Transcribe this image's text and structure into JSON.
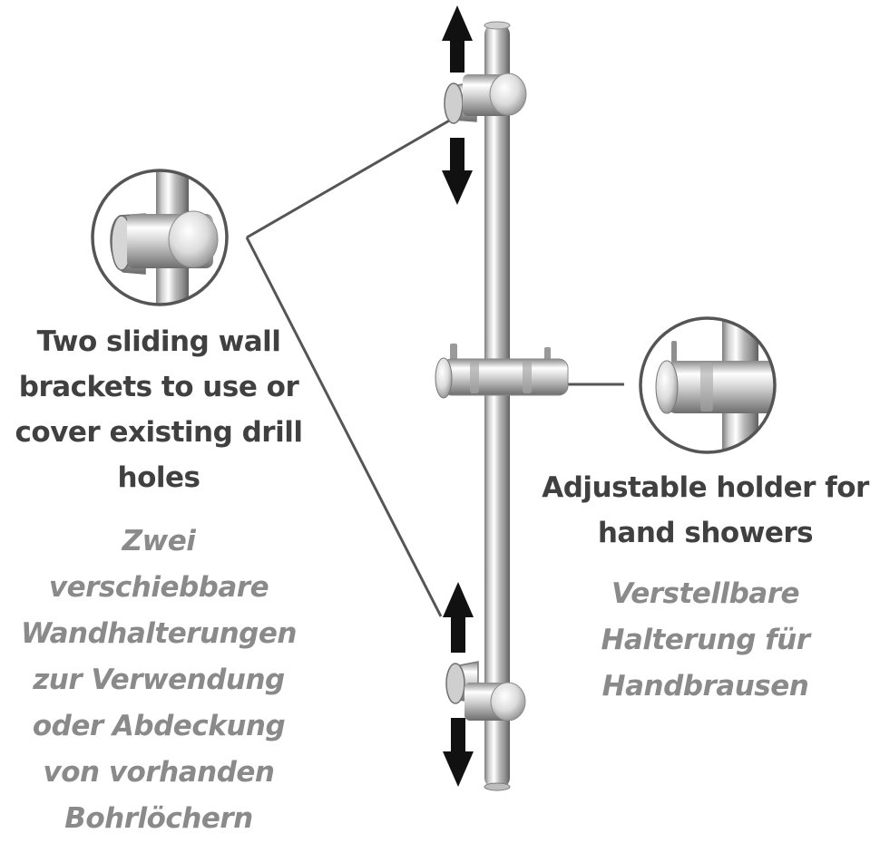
{
  "brackets_note": {
    "en_lines": [
      "Two sliding wall",
      "brackets to use or",
      "cover existing drill",
      "holes"
    ],
    "de_lines": [
      "Zwei",
      "verschiebbare",
      "Wandhalterungen",
      "zur Verwendung",
      "oder Abdeckung",
      "von vorhanden",
      "Bohrlöchern"
    ]
  },
  "holder_note": {
    "en_lines": [
      "Adjustable holder for",
      "hand showers"
    ],
    "de_lines": [
      "Verstellbare",
      "Halterung für",
      "Handbrausen"
    ]
  },
  "colors": {
    "text_primary": "#404040",
    "text_secondary": "#8a8a8a",
    "callout_line": "#555555",
    "arrow": "#111111",
    "chrome_light": "#f7f7f7",
    "chrome_dark": "#9a9a9a"
  }
}
